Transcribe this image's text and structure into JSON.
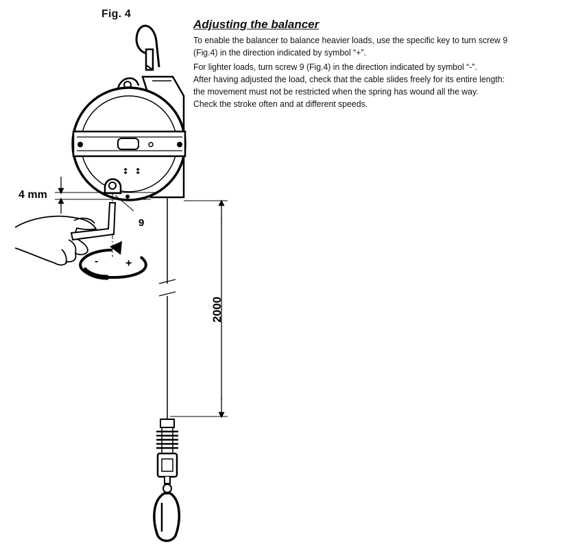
{
  "figure": {
    "label": "Fig. 4"
  },
  "section": {
    "heading": "Adjusting the balancer",
    "lines": [
      "To enable the balancer to balance heavier loads, use the specific key to turn screw 9",
      "(Fig.4) in the direction indicated by symbol “+”.",
      "For lighter loads, turn screw 9 (Fig.4) in the direction indicated by symbol “-”.",
      "After having adjusted the load, check that the cable slides freely for its entire length:",
      "the movement must not be restricted when the spring has wound all the way.",
      "Check the stroke often and at different speeds."
    ]
  },
  "diagram": {
    "clearance_label": "4 mm",
    "screw_number": "9",
    "stroke_length": "2000",
    "minus_symbol": "-",
    "plus_symbol": "+"
  }
}
